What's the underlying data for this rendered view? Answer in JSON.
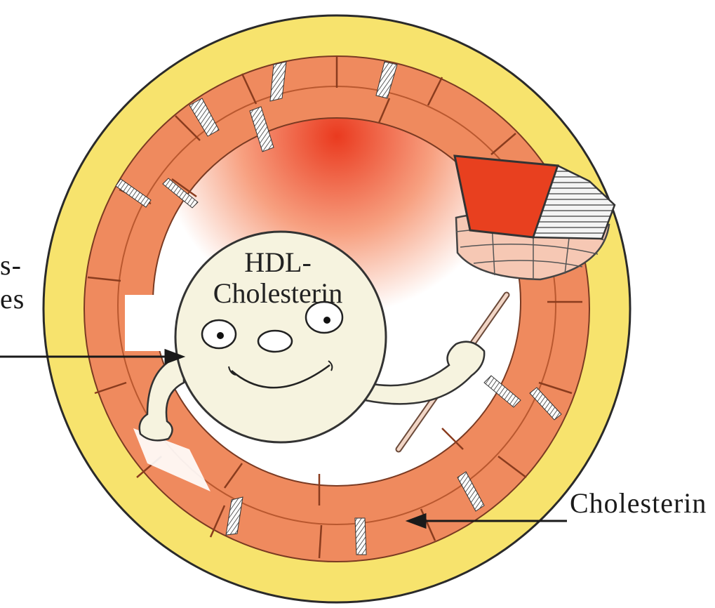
{
  "labels": {
    "left_fragment_1": "s-",
    "left_fragment_2": "es",
    "right_label": "Cholesterin"
  },
  "character": {
    "label_line1": "HDL-",
    "label_line2": "Cholesterin"
  },
  "colors": {
    "outer_ring": "#f7e36d",
    "outer_ring_edge": "#2a2a2a",
    "brick": "#ef8a5e",
    "brick_light": "#f4a27a",
    "inner_glow": "#ec3f22",
    "character_body": "#f6f3df",
    "dustpan": "#e8401f",
    "arrow": "#1a1a1a"
  }
}
